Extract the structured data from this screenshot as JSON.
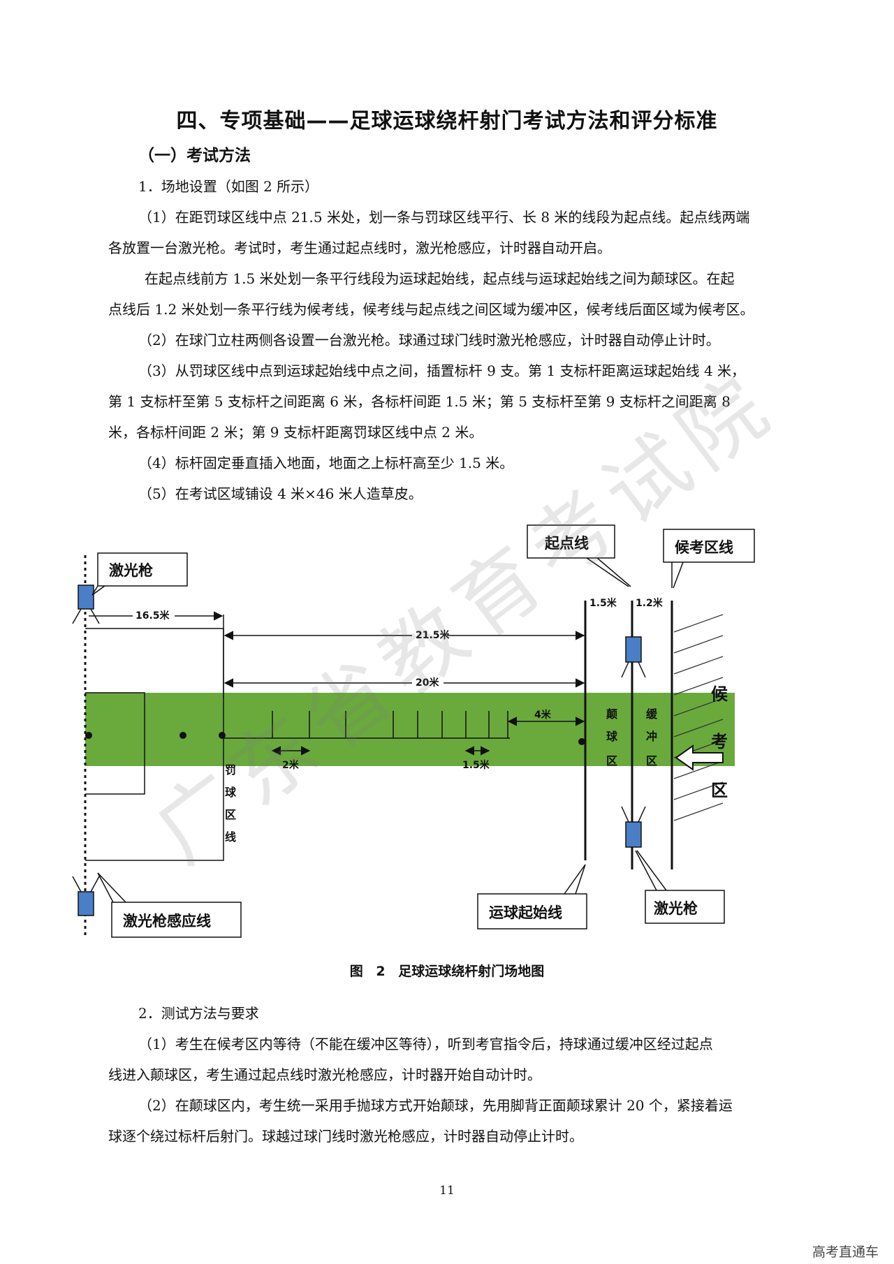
{
  "title": "四、专项基础——足球运球绕杆射门考试方法和评分标准",
  "section": "（一）考试方法",
  "paragraphs": {
    "p1": "1．场地设置（如图 2 所示）",
    "p2a": "（1）在距罚球区线中点 21.5 米处，划一条与罚球区线平行、长 8 米的线段为起点线。起点线两端",
    "p2b": "各放置一台激光枪。考试时，考生通过起点线时，激光枪感应，计时器自动开启。",
    "p3a": "在起点线前方 1.5 米处划一条平行线段为运球起始线，起点线与运球起始线之间为颠球区。在起",
    "p3b": "点线后 1.2 米处划一条平行线为候考线，候考线与起点线之间区域为缓冲区，候考线后面区域为候考区。",
    "p4": "（2）在球门立柱两侧各设置一台激光枪。球通过球门线时激光枪感应，计时器自动停止计时。",
    "p5a": "（3）从罚球区线中点到运球起始线中点之间，插置标杆 9 支。第 1 支标杆距离运球起始线 4 米，",
    "p5b": "第 1 支标杆至第 5 支标杆之间距离 6 米，各标杆间距 1.5 米；第 5 支标杆至第 9 支标杆之间距离 8",
    "p5c": "米，各标杆间距 2 米；第 9 支标杆距离罚球区线中点 2 米。",
    "p6": "（4）标杆固定垂直插入地面，地面之上标杆高至少 1.5 米。",
    "p7": "（5）在考试区域铺设 4 米×46 米人造草皮。",
    "p8": "2．测试方法与要求",
    "p9a": "（1）考生在候考区内等待（不能在缓冲区等待），听到考官指令后，持球通过缓冲区经过起点",
    "p9b": "线进入颠球区，考生通过起点线时激光枪感应，计时器开始自动计时。",
    "p10a": "（2）在颠球区内，考生统一采用手抛球方式开始颠球，先用脚背正面颠球累计 20 个，紧接着运",
    "p10b": "球逐个绕过标杆后射门。球越过球门线时激光枪感应，计时器自动停止计时。"
  },
  "diagram": {
    "labels": {
      "laser_gun": "激光枪",
      "laser_line": "激光枪感应线",
      "start_line": "起点线",
      "waiting_line": "候考区线",
      "dribble_start": "运球起始线",
      "laser_gun2": "激光枪"
    },
    "dims": {
      "d165": "16.5米",
      "d215": "21.5米",
      "d20": "20米",
      "d4": "4米",
      "d2": "2米",
      "d15": "1.5米",
      "z15": "1.5米",
      "z12": "1.2米"
    },
    "zones": {
      "penalty": [
        "罚",
        "球",
        "区",
        "线"
      ],
      "juggle": [
        "颠",
        "球",
        "区"
      ],
      "buffer": [
        "缓",
        "冲",
        "区"
      ],
      "waiting": [
        "候",
        "考",
        "区"
      ]
    },
    "colors": {
      "turf": "#6aaa3c",
      "laser": "#4a7fc8"
    }
  },
  "caption": "图 2   足球运球绕杆射门场地图",
  "page_number": "11",
  "footer": "高考直通车",
  "watermark": "广东省教育考试院"
}
